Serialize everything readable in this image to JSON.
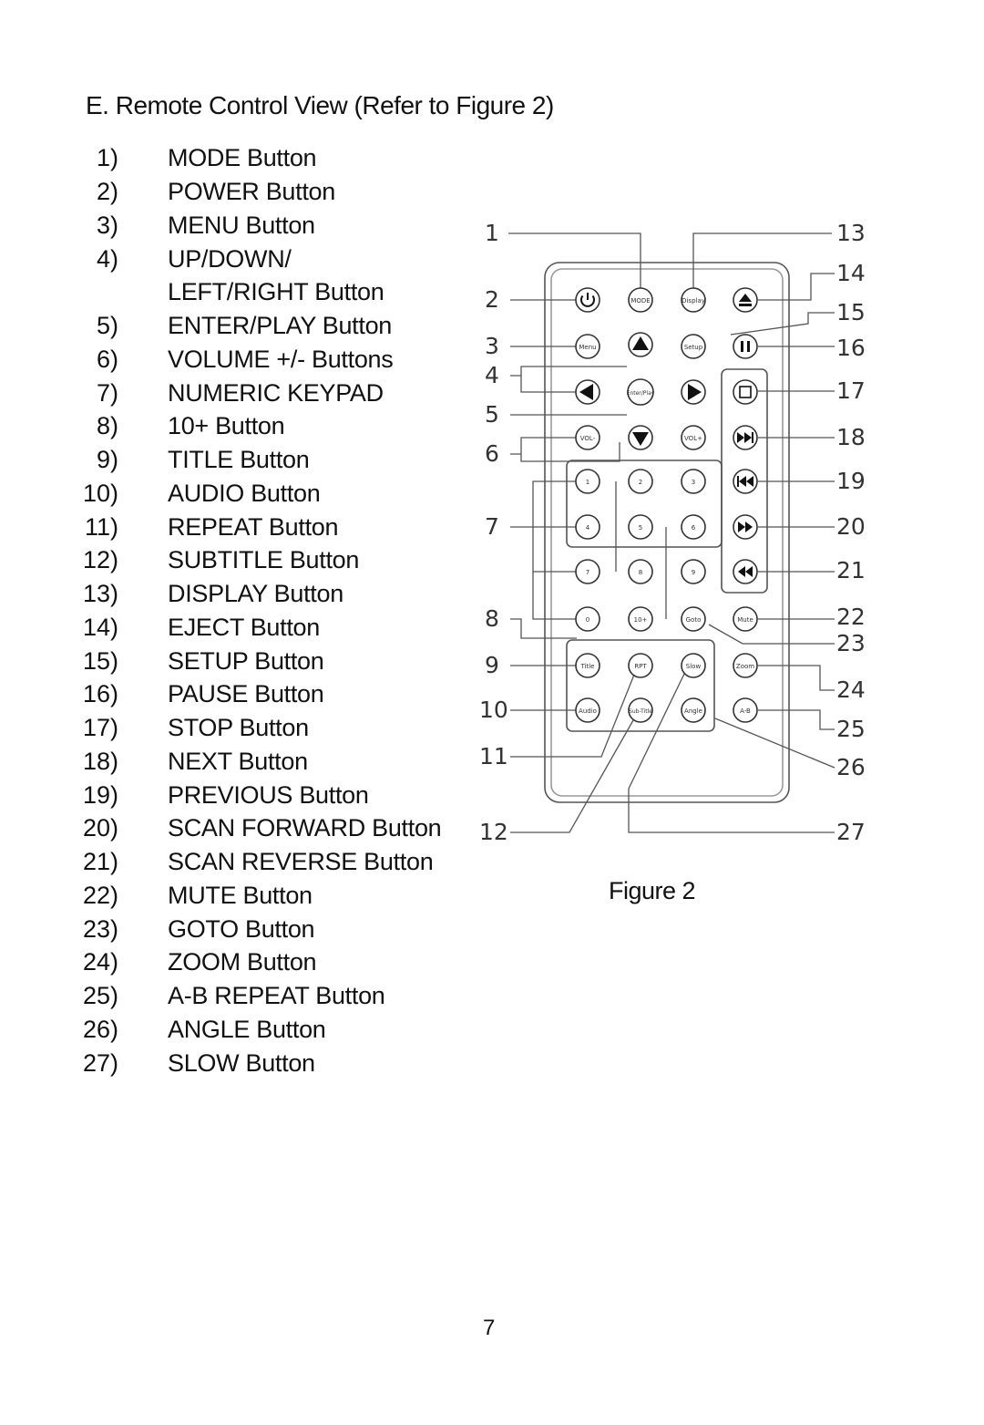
{
  "heading": "E. Remote Control View (Refer to Figure 2)",
  "items": [
    {
      "num": "1)",
      "label": "MODE Button"
    },
    {
      "num": "2)",
      "label": "POWER  Button"
    },
    {
      "num": "3)",
      "label": "MENU Button"
    },
    {
      "num": "4)",
      "label": "UP/DOWN/",
      "label2": "LEFT/RIGHT Button"
    },
    {
      "num": "5)",
      "label": "ENTER/PLAY Button"
    },
    {
      "num": "6)",
      "label": "VOLUME +/- Buttons"
    },
    {
      "num": "7)",
      "label": "NUMERIC KEYPAD"
    },
    {
      "num": "8)",
      "label": "10+ Button"
    },
    {
      "num": "9)",
      "label": "TITLE Button"
    },
    {
      "num": "10)",
      "label": "AUDIO Button"
    },
    {
      "num": "11)",
      "label": "REPEAT Button"
    },
    {
      "num": "12)",
      "label": "SUBTITLE Button"
    },
    {
      "num": "13)",
      "label": "DISPLAY Button"
    },
    {
      "num": "14)",
      "label": "EJECT Button"
    },
    {
      "num": "15)",
      "label": "SETUP Button"
    },
    {
      "num": "16)",
      "label": "PAUSE Button"
    },
    {
      "num": "17)",
      "label": "STOP  Button"
    },
    {
      "num": "18)",
      "label": "NEXT Button"
    },
    {
      "num": "19)",
      "label": "PREVIOUS Button"
    },
    {
      "num": "20)",
      "label": "SCAN FORWARD Button"
    },
    {
      "num": "21)",
      "label": "SCAN REVERSE Button"
    },
    {
      "num": "22)",
      "label": "MUTE Button"
    },
    {
      "num": "23)",
      "label": "GOTO Button"
    },
    {
      "num": "24)",
      "label": "ZOOM Button"
    },
    {
      "num": "25)",
      "label": "A-B REPEAT Button"
    },
    {
      "num": "26)",
      "label": "ANGLE Button"
    },
    {
      "num": "27)",
      "label": "SLOW  Button"
    }
  ],
  "figure": {
    "caption": "Figure 2",
    "callouts_left": [
      "1",
      "2",
      "3",
      "4",
      "5",
      "6",
      "7",
      "8",
      "9",
      "10",
      "11",
      "12"
    ],
    "callouts_right": [
      "13",
      "14",
      "15",
      "16",
      "17",
      "18",
      "19",
      "20",
      "21",
      "22",
      "23",
      "24",
      "25",
      "26",
      "27"
    ],
    "buttons": {
      "mode": "MODE",
      "display": "Display",
      "menu": "Menu",
      "setup": "Setup",
      "enter": "Enter/Play",
      "vol_minus": "VOL-",
      "vol_plus": "VOL+",
      "digits": [
        "1",
        "2",
        "3",
        "4",
        "5",
        "6",
        "7",
        "8",
        "9",
        "0"
      ],
      "ten_plus": "10+",
      "goto": "Goto",
      "mute": "Mute",
      "title": "Title",
      "rpt": "RPT",
      "slow": "Slow",
      "zoom": "Zoom",
      "audio": "Audio",
      "subtitle": "Sub-Title",
      "angle": "Angle",
      "ab": "A-B"
    }
  },
  "page_number": "7"
}
